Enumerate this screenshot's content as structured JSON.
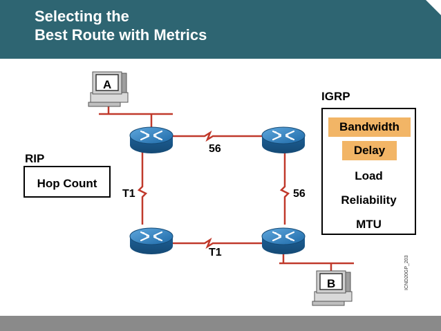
{
  "header": {
    "title_line1": "Selecting the",
    "title_line2": "Best Route with Metrics",
    "color": "#2e6572"
  },
  "rip": {
    "title": "RIP",
    "metric": "Hop Count"
  },
  "igrp": {
    "title": "IGRP",
    "metrics": [
      "Bandwidth",
      "Delay",
      "Load",
      "Reliability",
      "MTU"
    ],
    "highlight_color": "#f2b566"
  },
  "hosts": {
    "a": "A",
    "b": "B"
  },
  "links": {
    "top": "56",
    "left": "T1",
    "right": "56",
    "bottom": "T1"
  },
  "colors": {
    "link": "#c0392b",
    "router": "#2a7bbf"
  },
  "watermark": "ICND20GP_203"
}
